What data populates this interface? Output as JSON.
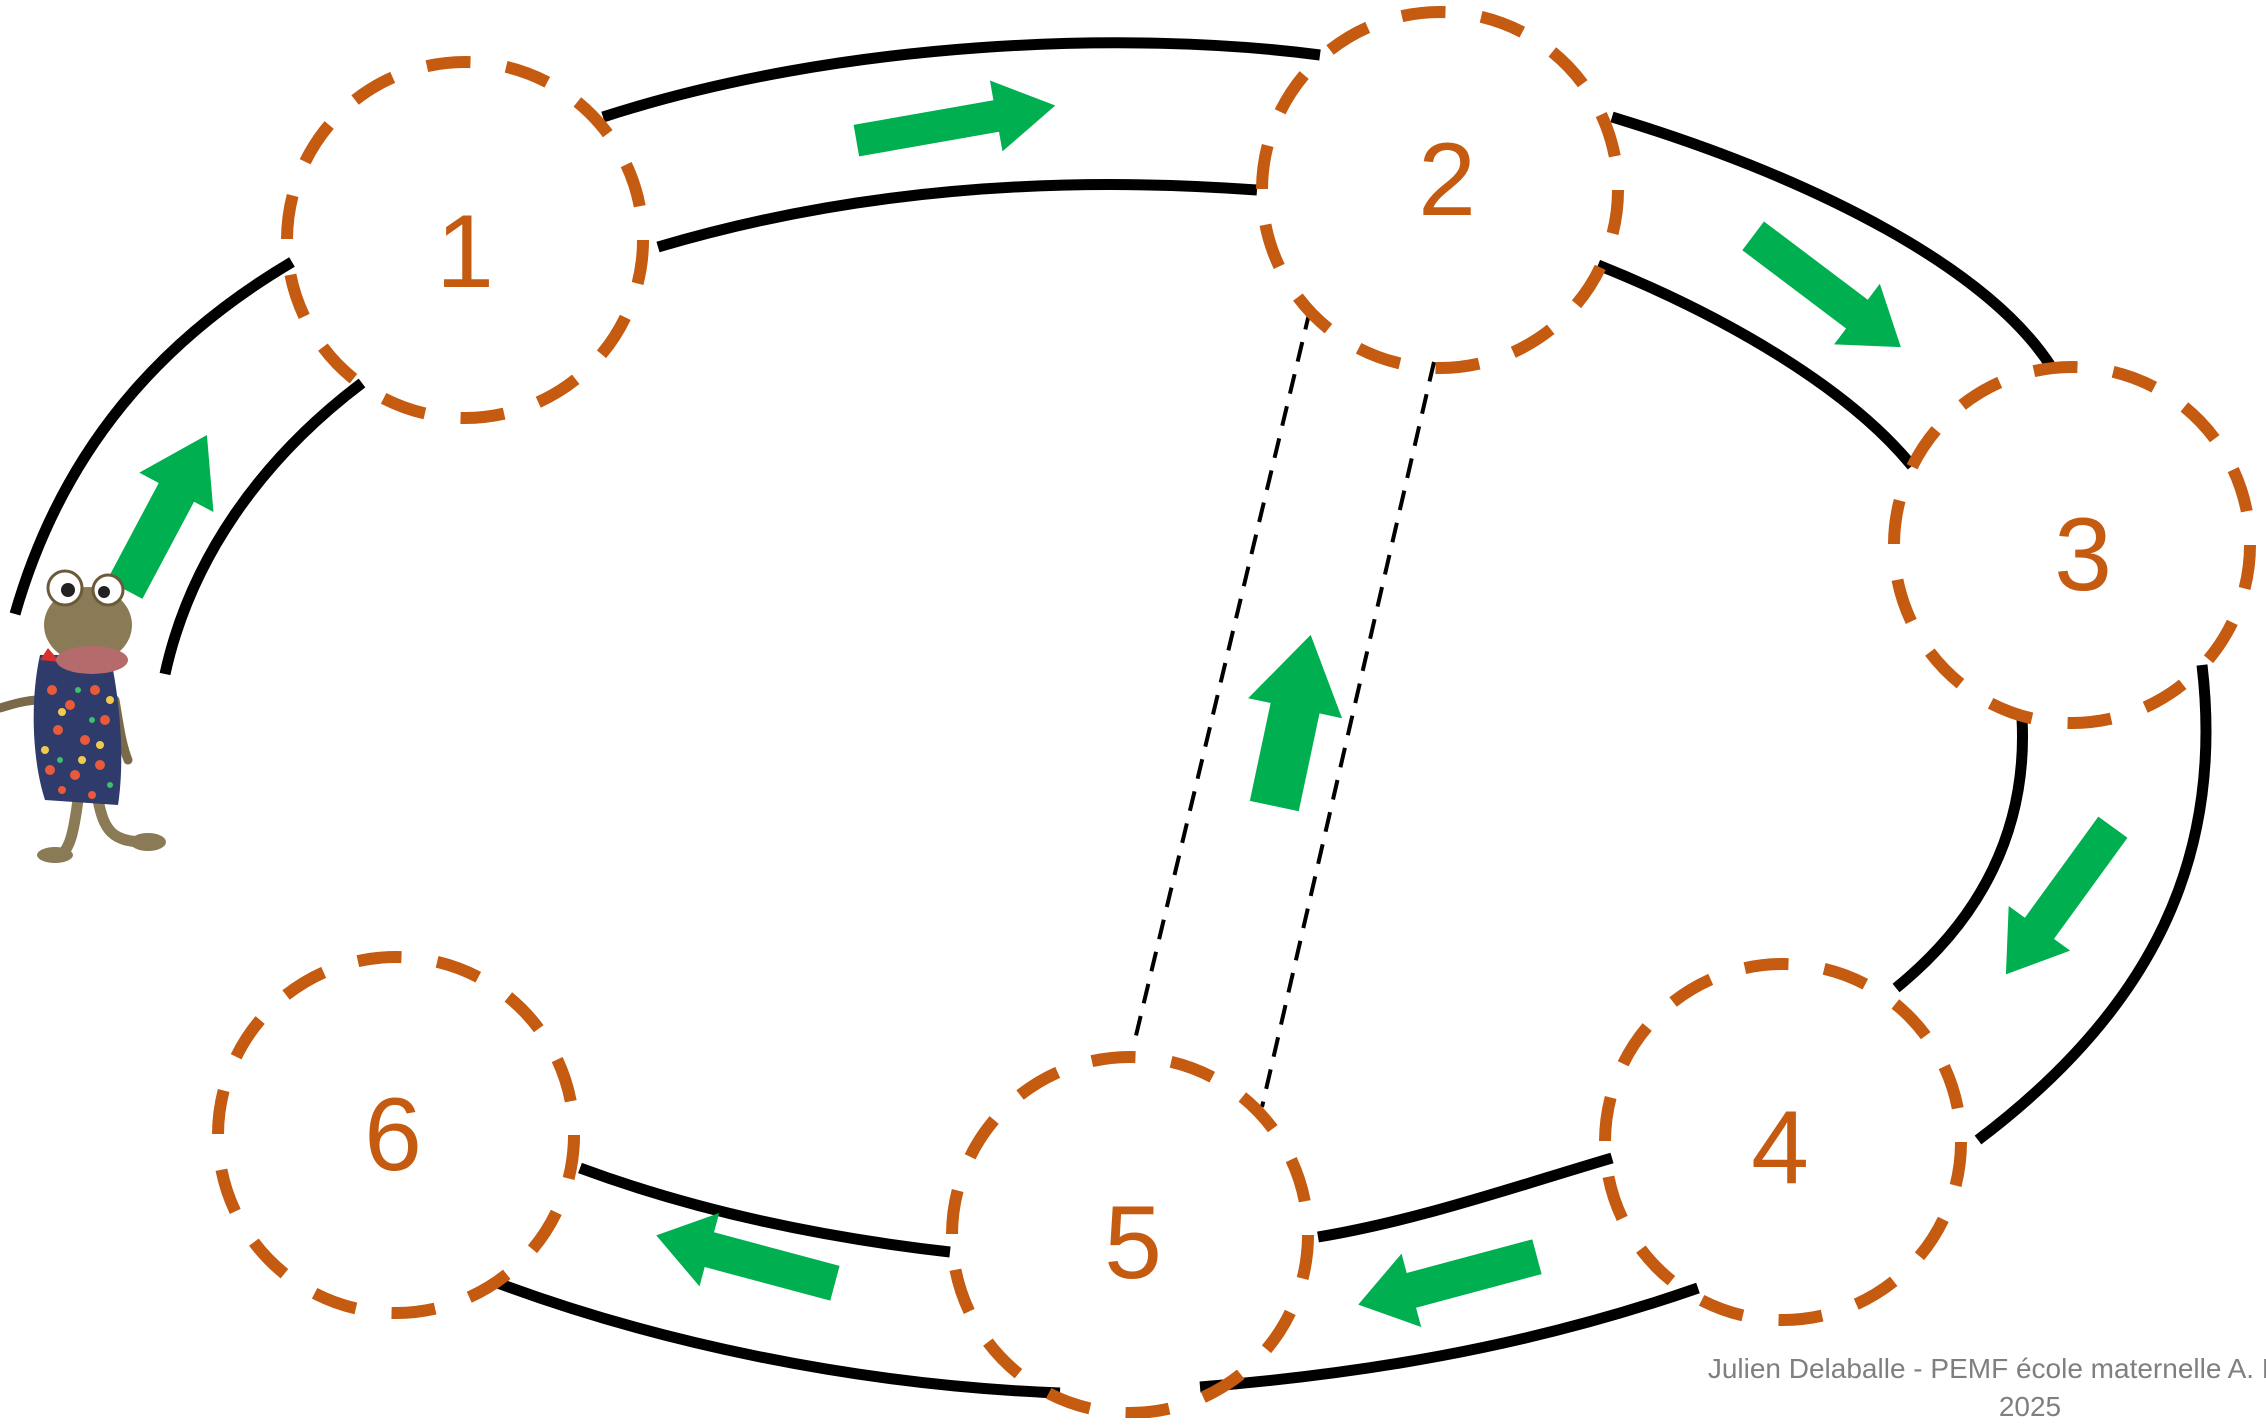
{
  "colors": {
    "station_stroke": "#C55A11",
    "station_number": "#C55A11",
    "track": "#000000",
    "arrow": "#00B050",
    "credit_text": "#7F7F7F",
    "background": "#FFFFFF"
  },
  "stations": [
    {
      "id": "1",
      "label": "1"
    },
    {
      "id": "2",
      "label": "2"
    },
    {
      "id": "3",
      "label": "3"
    },
    {
      "id": "4",
      "label": "4"
    },
    {
      "id": "5",
      "label": "5"
    },
    {
      "id": "6",
      "label": "6"
    }
  ],
  "character": {
    "icon": "frog-puppet-icon"
  },
  "credit": {
    "line1": "Julien Delaballe - PEMF école maternelle A. Daudet",
    "line2": "2025"
  }
}
